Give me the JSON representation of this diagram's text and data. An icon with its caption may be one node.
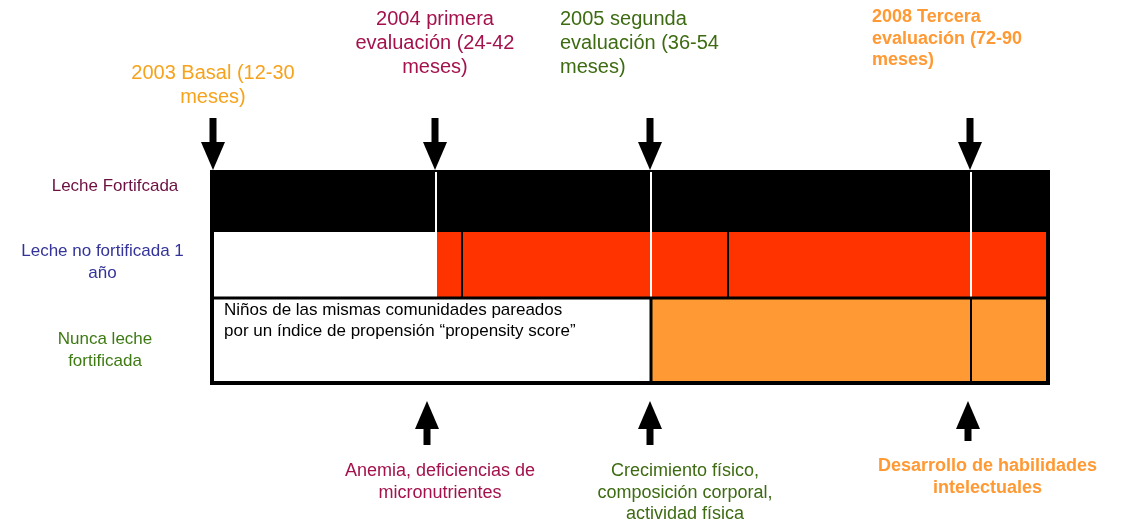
{
  "diagram": {
    "nodes": [
      {
        "text": [
          "2003 Basal (12-30 meses)"
        ]
      },
      {
        "text": [
          "2004 primera evaluación  (24-42 meses)"
        ]
      },
      {
        "text": [
          "2005 segunda evaluación  (36-54 meses)"
        ]
      },
      {
        "text": [
          "2008 Tercera evaluación (72-90 meses)"
        ]
      },
      {
        "text": [],
        "shape": "bar"
      },
      {
        "text": [],
        "shape": "bar"
      },
      {
        "text": [
          "Niños de las mismas comunidades pareados por un índice de propensión “propensity score”"
        ]
      },
      {
        "text": [
          "Anemia, deficiencias de micronutrientes"
        ]
      },
      {
        "text": [
          "Crecimiento físico, composición corporal, actividad física"
        ]
      },
      {
        "text": [
          "Desarrollo de habilidades intelectuales"
        ]
      }
    ],
    "edges": [
      {
        "from": 0,
        "to": 4,
        "arrow": "to"
      },
      {
        "from": 1,
        "to": 4,
        "arrow": "to"
      },
      {
        "from": 2,
        "to": 4,
        "arrow": "to"
      },
      {
        "from": 3,
        "to": 4,
        "arrow": "to"
      },
      {
        "from": 7,
        "to": 6,
        "arrow": "to"
      },
      {
        "from": 8,
        "to": 6,
        "arrow": "to"
      },
      {
        "from": 9,
        "to": 6,
        "arrow": "to"
      }
    ],
    "labels": [
      "Leche Fortifcada",
      "Leche no fortificada 1 año",
      "Nunca leche fortificada"
    ]
  }
}
